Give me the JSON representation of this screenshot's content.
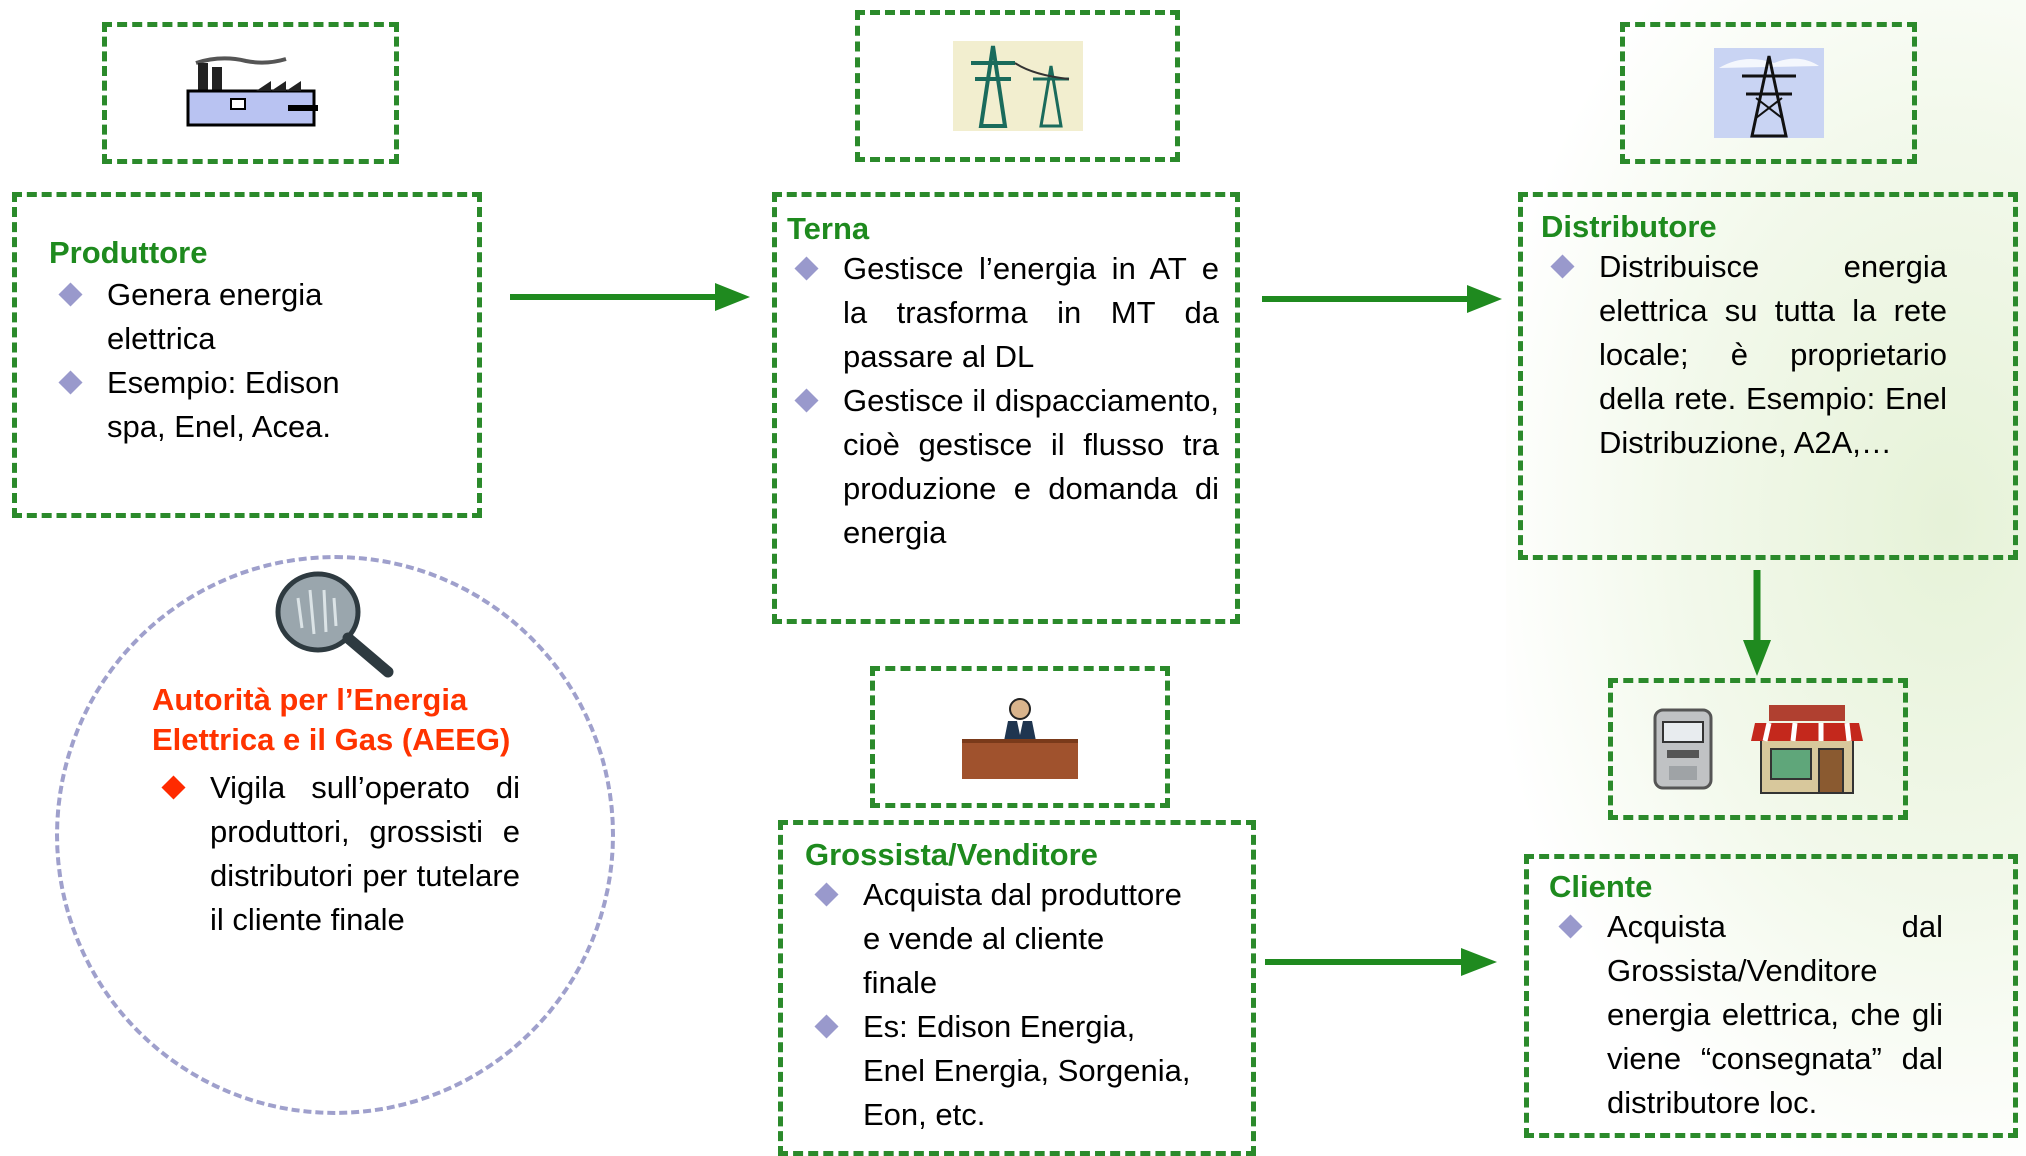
{
  "producer": {
    "title": "Produttore",
    "bullets": [
      "Genera energia elettrica",
      "Esempio: Edison spa, Enel, Acea."
    ],
    "icon": "factory-icon"
  },
  "terna": {
    "title": "Terna",
    "bullets": [
      "Gestisce l’energia in AT e la trasforma in MT da passare al DL",
      "Gestisce il dispacciamento, cioè gestisce il flusso tra produzione e domanda di energia"
    ],
    "icon": "power-pylon-icon"
  },
  "distributor": {
    "title": "Distributore",
    "bullets": [
      "Distribuisce energia elettrica su tutta la rete locale; è proprietario della rete. Esempio: Enel Distribuzione, A2A,…"
    ],
    "icon": "transmission-tower-icon"
  },
  "authority": {
    "title": "Autorità per l’Energia Elettrica e il Gas (AEEG)",
    "bullets": [
      "Vigila sull’operato di produttori, grossisti e distributori per tutelare il cliente finale"
    ],
    "icon": "magnifying-glass-icon"
  },
  "wholesaler": {
    "title": "Grossista/Venditore",
    "bullets": [
      "Acquista dal produttore e vende al cliente finale",
      "Es: Edison Energia, Enel Energia, Sorgenia, Eon, etc."
    ],
    "icon": "businessman-desk-icon"
  },
  "client": {
    "title": "Cliente",
    "bullets": [
      "Acquista dal Grossista/Venditore energia elettrica, che gli viene “consegnata” dal distributore loc."
    ],
    "icons": [
      "electric-meter-icon",
      "shop-icon"
    ]
  },
  "colors": {
    "green": "#2b8a2b",
    "title_green": "#1e8a1e",
    "aeeg_red": "#ff3300",
    "bullet": "#9999cc",
    "circle": "#9fa0cc"
  }
}
